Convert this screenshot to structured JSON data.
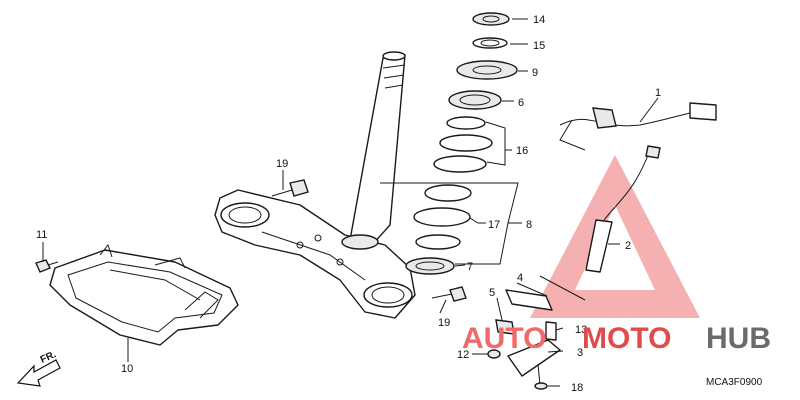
{
  "diagram": {
    "code": "MCA3F0900",
    "direction_label": "FR.",
    "watermark": {
      "auto": "AUTO",
      "moto": "MOTO",
      "hub": "HUB",
      "triangle_color": "#e94b4b"
    },
    "callouts": {
      "c1": "1",
      "c2": "2",
      "c3": "3",
      "c4": "4",
      "c5": "5",
      "c6": "6",
      "c7": "7",
      "c8": "8",
      "c9": "9",
      "c10": "10",
      "c11": "11",
      "c12": "12",
      "c13": "13",
      "c14": "14",
      "c15": "15",
      "c16": "16",
      "c17": "17",
      "c18": "18",
      "c19a": "19",
      "c19b": "19"
    }
  }
}
